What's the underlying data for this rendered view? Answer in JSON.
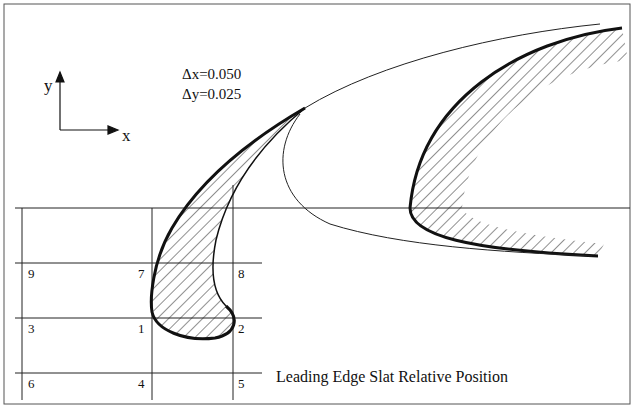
{
  "diagram": {
    "labels": [
      "y",
      "x",
      "Δx=0.050",
      "Δy=0.025",
      "9",
      "7",
      "8",
      "3",
      "1",
      "2",
      "6",
      "4",
      "5",
      "Leading Edge Slat Relative Position"
    ]
  }
}
